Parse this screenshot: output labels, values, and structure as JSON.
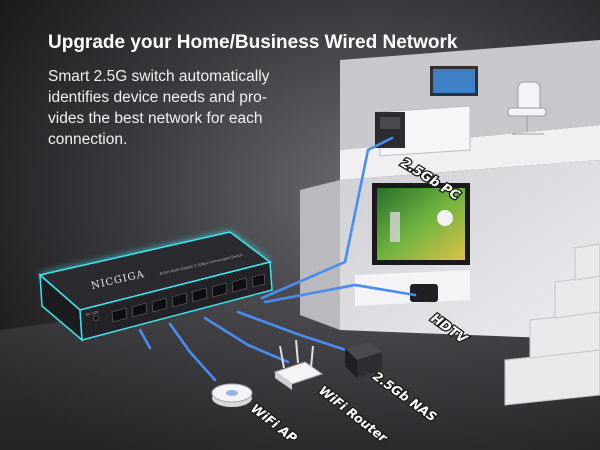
{
  "headline": "Upgrade your Home/Business Wired Network",
  "subtext_lines": [
    "Smart 2.5G switch automatically",
    "identifies device needs and pro-",
    "vides the best network for each",
    "connection."
  ],
  "switch": {
    "brand": "NICGIGA",
    "model_text": "8-Port Multi-Gigabit 2.5Gbps Unmanaged Switch",
    "power_label": "DC 12V"
  },
  "labels": {
    "pc": "2.5Gb PC",
    "hdtv": "HDTV",
    "nas": "2.5Gb NAS",
    "router": "WiFi Router",
    "ap": "WiFi AP"
  },
  "colors": {
    "background": "#1d1d1f",
    "accent_cyan": "#3fe4ee",
    "cable_blue": "#4a8df0",
    "platform": "#e5e5e9"
  }
}
